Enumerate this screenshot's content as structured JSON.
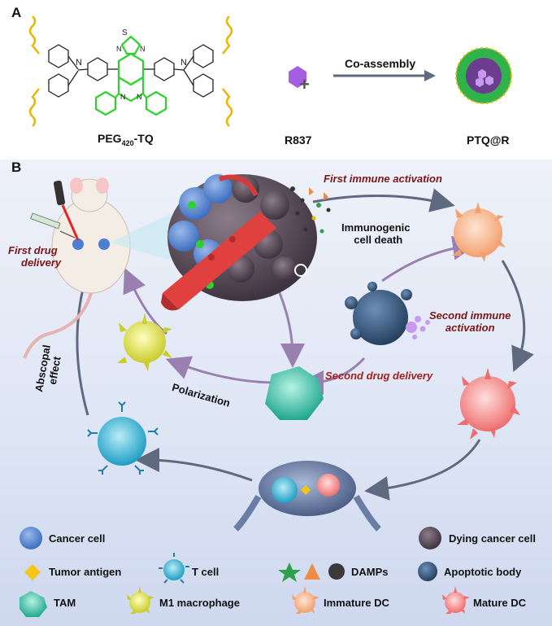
{
  "panelA": {
    "letter": "A",
    "compound_label": "PEG",
    "compound_sub": "420",
    "compound_suffix": "-TQ",
    "plus_symbol": "+",
    "drug_label": "R837",
    "arrow_label": "Co-assembly",
    "product_label": "PTQ@R"
  },
  "panelB": {
    "letter": "B",
    "first_immune_activation": "First immune activation",
    "immunogenic_cell_death_line1": "Immunogenic",
    "immunogenic_cell_death_line2": "cell death",
    "first_drug_delivery_line1": "First drug",
    "first_drug_delivery_line2": "delivery",
    "second_immune_activation_line1": "Second immune",
    "second_immune_activation_line2": "activation",
    "second_drug_delivery": "Second drug delivery",
    "polarization": "Polarization",
    "abscopal_effect_line1": "Abscopal",
    "abscopal_effect_line2": "effect"
  },
  "legend": [
    {
      "label": "Cancer cell"
    },
    {
      "label": "Dying cancer cell"
    },
    {
      "label": "Tumor antigen"
    },
    {
      "label": "T cell"
    },
    {
      "label": "DAMPs"
    },
    {
      "label": "Apoptotic body"
    },
    {
      "label": "TAM"
    },
    {
      "label": "M1 macrophage"
    },
    {
      "label": "Immature DC"
    },
    {
      "label": "Mature DC"
    }
  ],
  "colors": {
    "green_ring": "#2fd12f",
    "peg_yellow": "#e8b800",
    "r837_purple": "#a55ee0",
    "arrow_gray": "#5f6980",
    "cancer_blue": "#5b8fd6",
    "dc_orange": "#f4b08a",
    "mature_dc_red": "#f38a8a",
    "tcell_cyan": "#3fb8d8",
    "m1_yellow": "#e7e85a",
    "tam_teal": "#46c8b0",
    "dark_title_red": "#7a1616"
  }
}
